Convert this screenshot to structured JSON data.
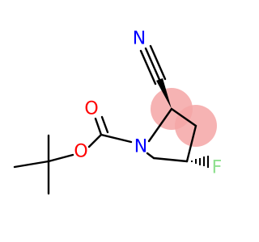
{
  "molecule": {
    "atoms": {
      "nitrile_n": {
        "label": "N",
        "color": "#0000ff"
      },
      "carbonyl_o": {
        "label": "O",
        "color": "#ff0000"
      },
      "ring_n": {
        "label": "N",
        "color": "#0000ff"
      },
      "ester_o": {
        "label": "O",
        "color": "#ff0000"
      },
      "fluorine": {
        "label": "F",
        "color": "#8fe08f"
      }
    },
    "stereocenter_highlight_color": "#f4a6a6",
    "bond_color": "#000000"
  }
}
